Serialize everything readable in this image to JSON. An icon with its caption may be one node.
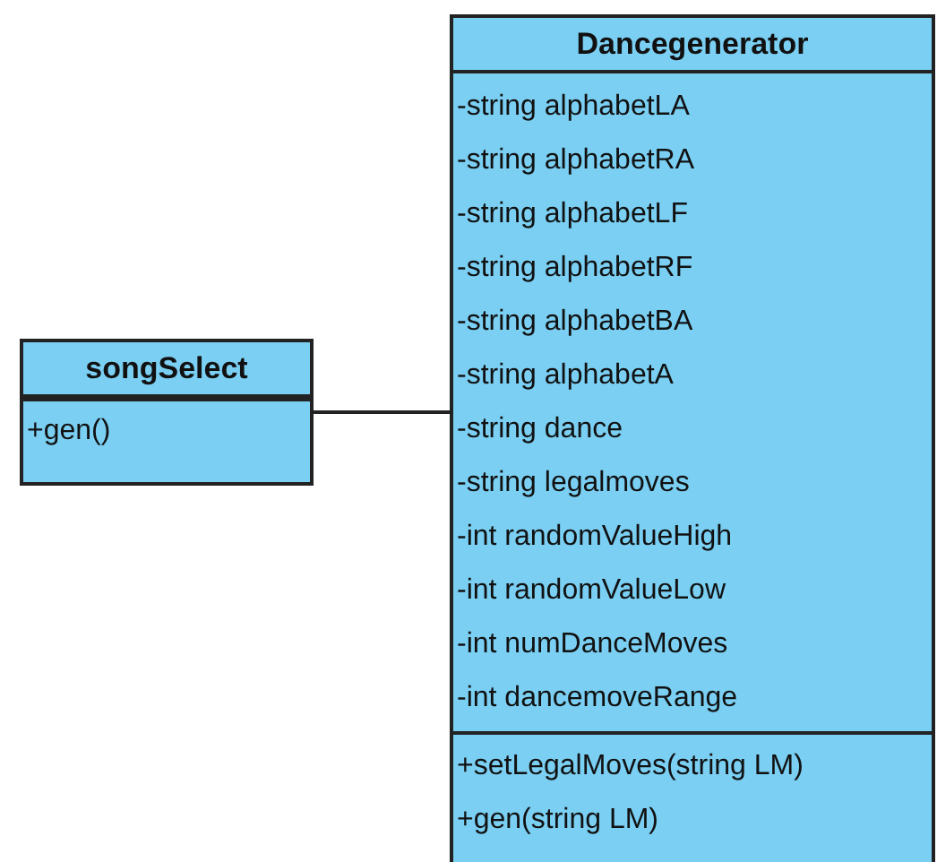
{
  "diagram": {
    "nodes": [
      {
        "text": [
          "songSelect",
          "+gen()"
        ]
      },
      {
        "text": [
          "Dancegenerator",
          "-string alphabetLA",
          "-string alphabetRA",
          "-string alphabetLF",
          "-string alphabetRF",
          "-string alphabetBA",
          "-string alphabetA",
          "-string dance",
          "-string legalmoves",
          "-int randomValueHigh",
          "-int randomValueLow",
          "-int numDanceMoves",
          "-int dancemoveRange",
          "+setLegalMoves(string LM)",
          "+gen(string LM)"
        ]
      }
    ],
    "edges": [
      {
        "from": 0,
        "to": 1,
        "arrow": "none"
      }
    ]
  }
}
